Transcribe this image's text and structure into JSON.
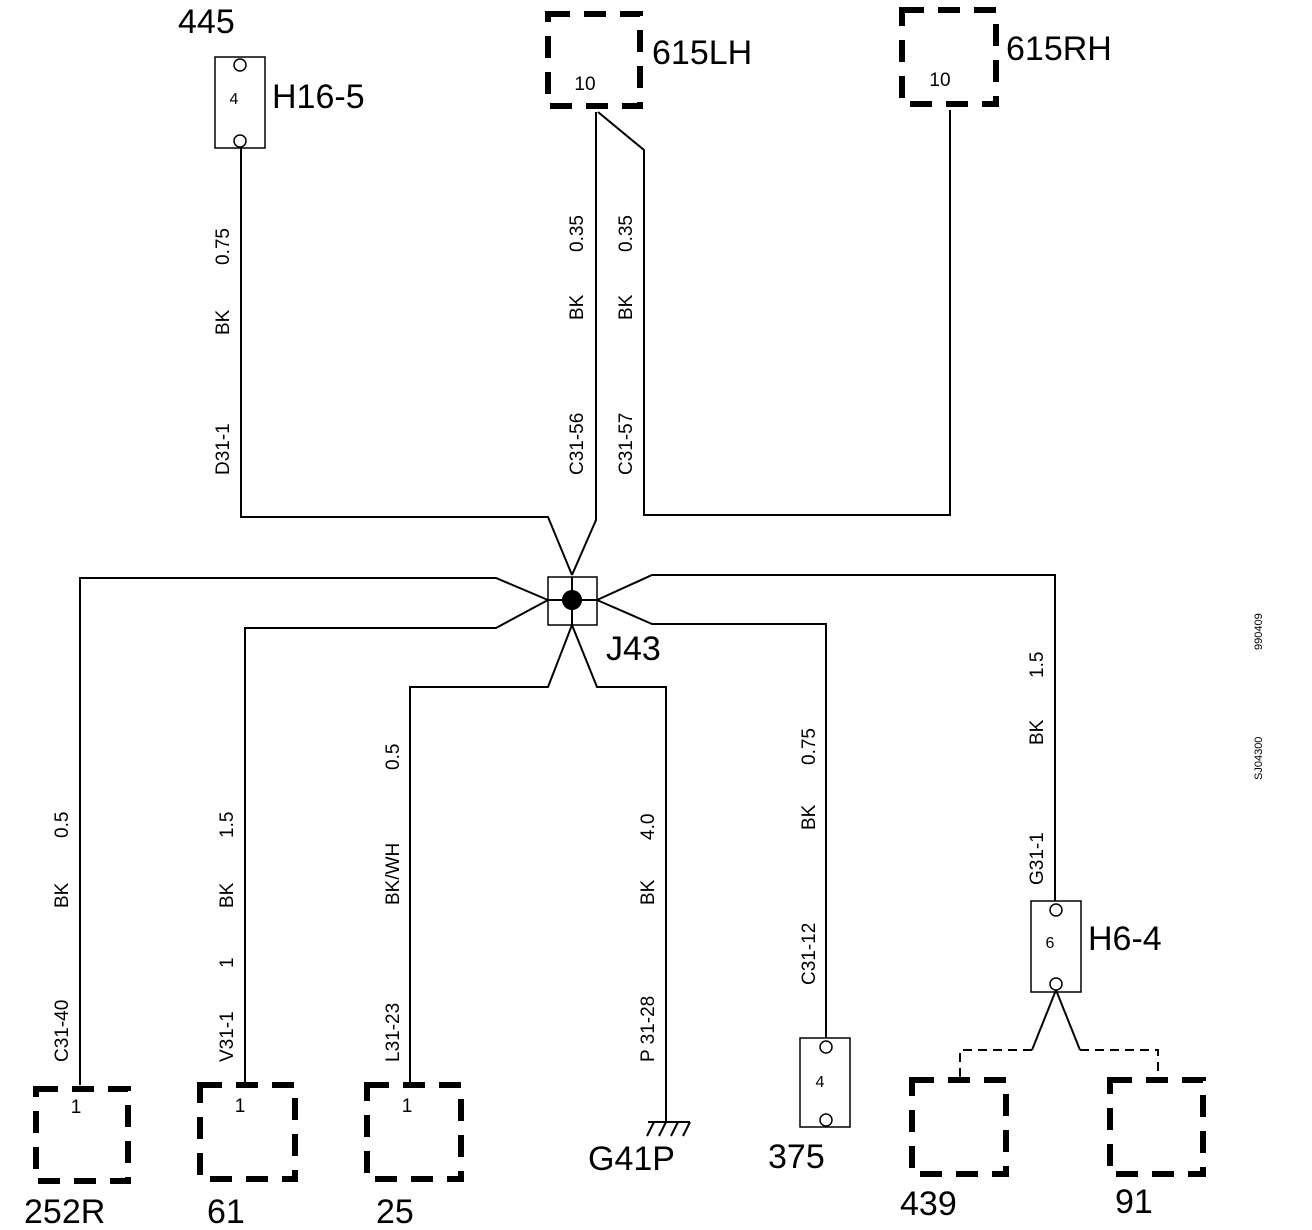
{
  "components": {
    "comp_445": {
      "number": "445",
      "connector": "H16-5",
      "pin": "4"
    },
    "comp_615lh": {
      "label": "615LH",
      "pin": "10"
    },
    "comp_615rh": {
      "label": "615RH",
      "pin": "10"
    },
    "junction": {
      "label": "J43"
    },
    "comp_252r": {
      "label": "252R",
      "pin": "1"
    },
    "comp_61": {
      "label": "61",
      "pin": "1"
    },
    "comp_25": {
      "label": "25",
      "pin": "1"
    },
    "ground": {
      "label": "G41P"
    },
    "comp_375": {
      "label": "375",
      "pin": "4"
    },
    "comp_h6_4": {
      "connector": "H6-4",
      "pin": "6"
    },
    "comp_439": {
      "label": "439"
    },
    "comp_91": {
      "label": "91"
    }
  },
  "wires": {
    "w_445": {
      "size": "0.75",
      "color": "BK",
      "circuit": "D31-1"
    },
    "w_615lh": {
      "size": "0.35",
      "color": "BK",
      "circuit": "C31-56"
    },
    "w_615rh": {
      "size": "0.35",
      "color": "BK",
      "circuit": "C31-57"
    },
    "w_252r": {
      "size": "0.5",
      "color": "BK",
      "circuit": "C31-40"
    },
    "w_61": {
      "size": "1.5",
      "color": "BK",
      "extra": "1",
      "circuit": "V31-1"
    },
    "w_25": {
      "size": "0.5",
      "color": "BK/WH",
      "circuit": "L31-23"
    },
    "w_ground": {
      "size": "4.0",
      "color": "BK",
      "circuit": "P 31-28"
    },
    "w_375": {
      "size": "0.75",
      "color": "BK",
      "circuit": "C31-12"
    },
    "w_h6": {
      "size": "1.5",
      "color": "BK",
      "circuit": "G31-1"
    }
  },
  "side_codes": {
    "code1": "990409",
    "code2": "SJ04300"
  }
}
